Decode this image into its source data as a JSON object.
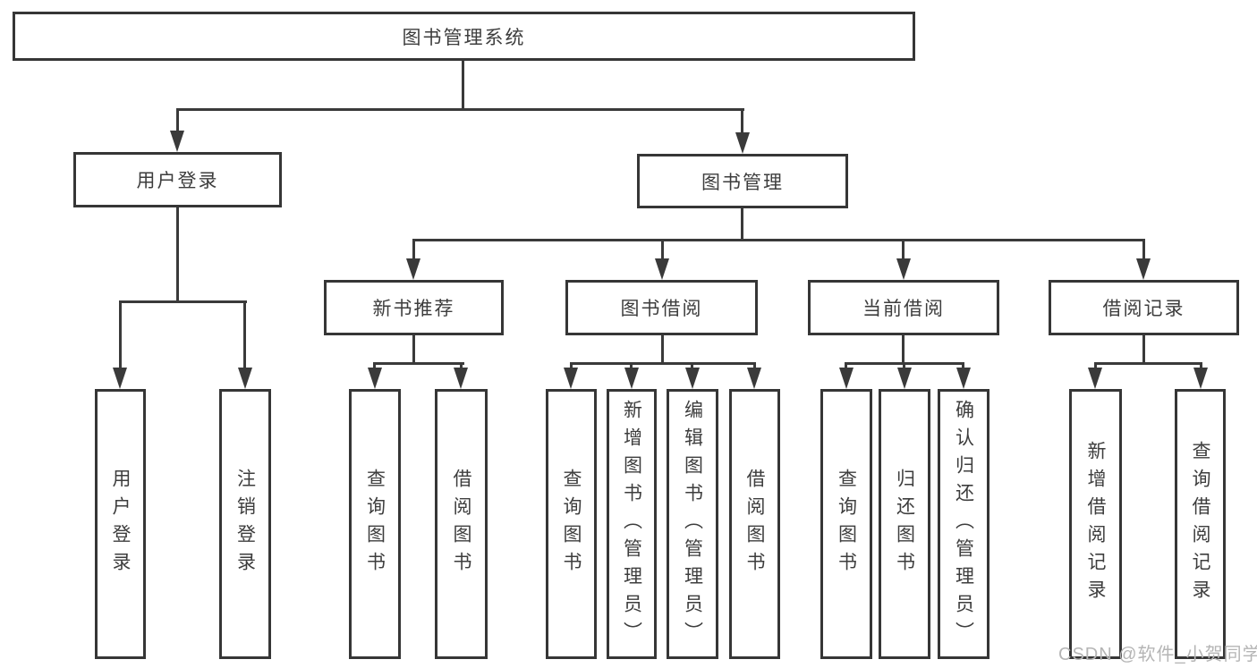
{
  "diagram": {
    "type": "hierarchy",
    "tree": {
      "label": "图书管理系统",
      "children": [
        {
          "label": "用户登录",
          "children": [
            {
              "label": "用户登录"
            },
            {
              "label": "注销登录"
            }
          ]
        },
        {
          "label": "图书管理",
          "children": [
            {
              "label": "新书推荐",
              "children": [
                {
                  "label": "查询图书"
                },
                {
                  "label": "借阅图书"
                }
              ]
            },
            {
              "label": "图书借阅",
              "children": [
                {
                  "label": "查询图书"
                },
                {
                  "label": "新增图书（管理员）"
                },
                {
                  "label": "编辑图书（管理员）"
                },
                {
                  "label": "借阅图书"
                }
              ]
            },
            {
              "label": "当前借阅",
              "children": [
                {
                  "label": "查询图书"
                },
                {
                  "label": "归还图书"
                },
                {
                  "label": "确认归还（管理员）"
                }
              ]
            },
            {
              "label": "借阅记录",
              "children": [
                {
                  "label": "新增借阅记录"
                },
                {
                  "label": "查询借阅记录"
                }
              ]
            }
          ]
        }
      ]
    },
    "colors": {
      "line": "#3a3a3a",
      "box_border": "#363636",
      "text": "#3d3d3d",
      "background": "#ffffff",
      "watermark": "#b5b5b5"
    }
  },
  "watermark": {
    "text": "CSDN @软件_小贺同学"
  }
}
